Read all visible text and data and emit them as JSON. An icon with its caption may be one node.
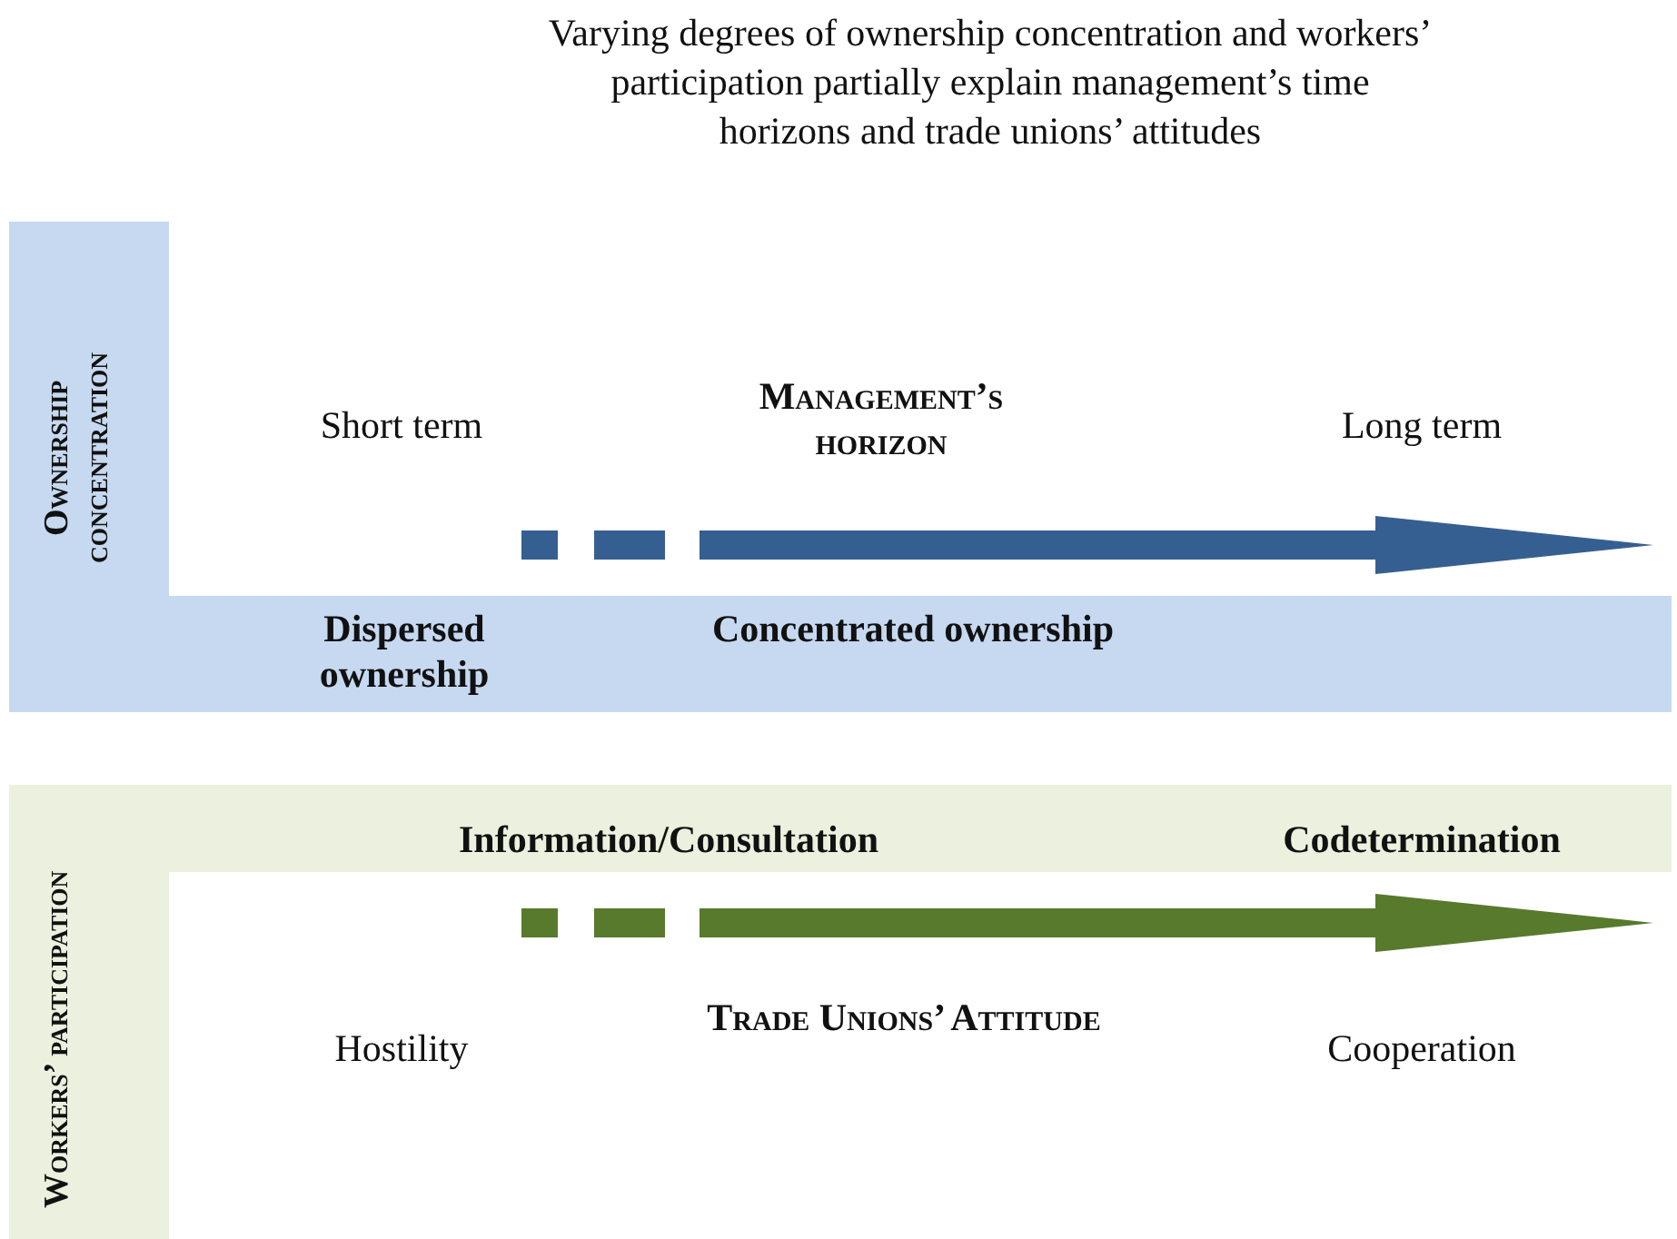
{
  "diagram": {
    "title": "Varying degrees of ownership concentration and workers’ participation partially explain management’s time horizons and trade unions’ attitudes",
    "nodes": [
      {
        "text": [
          "Ownership concentration",
          "Dispersed ownership",
          "Concentrated ownership"
        ]
      },
      {
        "text": [
          "Workers’ participation",
          "Information/Consultation",
          "Codetermination"
        ]
      }
    ],
    "edges": [],
    "labels": [
      "Short term",
      "Management’s horizon",
      "Long term",
      "Hostility",
      "Trade Unions’ Attitude",
      "Cooperation"
    ]
  }
}
